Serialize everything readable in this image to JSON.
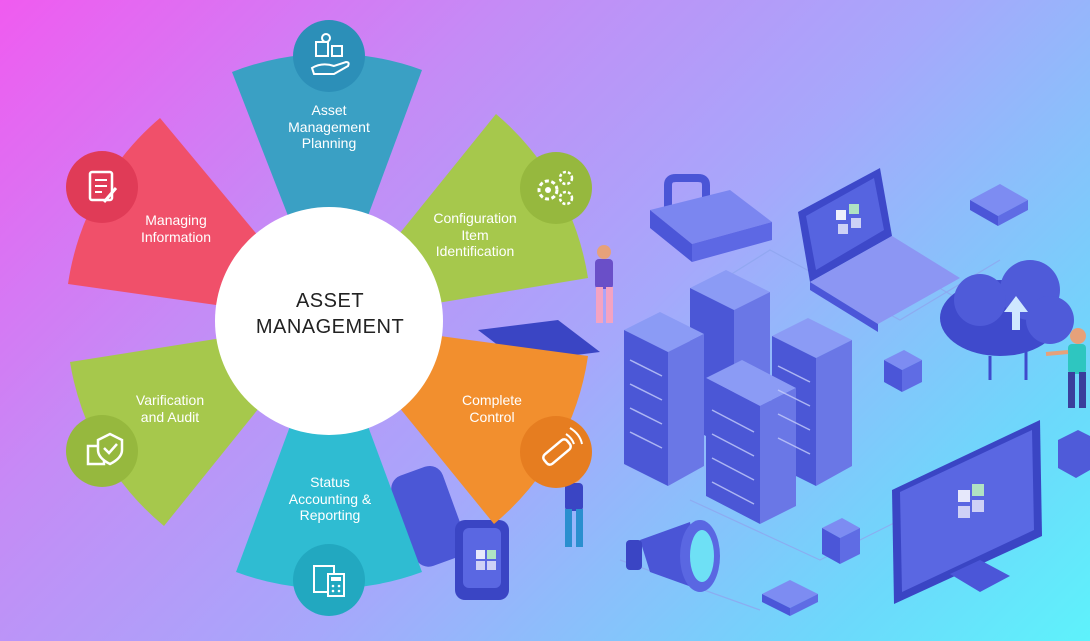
{
  "diagram": {
    "center_title": "ASSET\nMANAGEMENT",
    "segments": [
      {
        "label": "Asset\nManagement\nPlanning",
        "icon": "hand-assets-icon",
        "color": "#3aa0c4"
      },
      {
        "label": "Configuration\nItem\nIdentification",
        "icon": "gears-icon",
        "color": "#a6c84c"
      },
      {
        "label": "Complete\nControl",
        "icon": "remote-control-icon",
        "color": "#f28f2e"
      },
      {
        "label": "Status\nAccounting &\nReporting",
        "icon": "calculator-report-icon",
        "color": "#2fbcd2"
      },
      {
        "label": "Varification\nand Audit",
        "icon": "verified-box-icon",
        "color": "#a6c84c"
      },
      {
        "label": "Managing\nInformation",
        "icon": "document-edit-icon",
        "color": "#f0506a"
      }
    ]
  },
  "illustration": {
    "icons": [
      "padlock-icon",
      "laptop-icon",
      "cloud-upload-icon",
      "server-rack-icon",
      "monitor-icon",
      "megaphone-icon",
      "watch-icon",
      "person-icon",
      "cube-icon"
    ]
  }
}
